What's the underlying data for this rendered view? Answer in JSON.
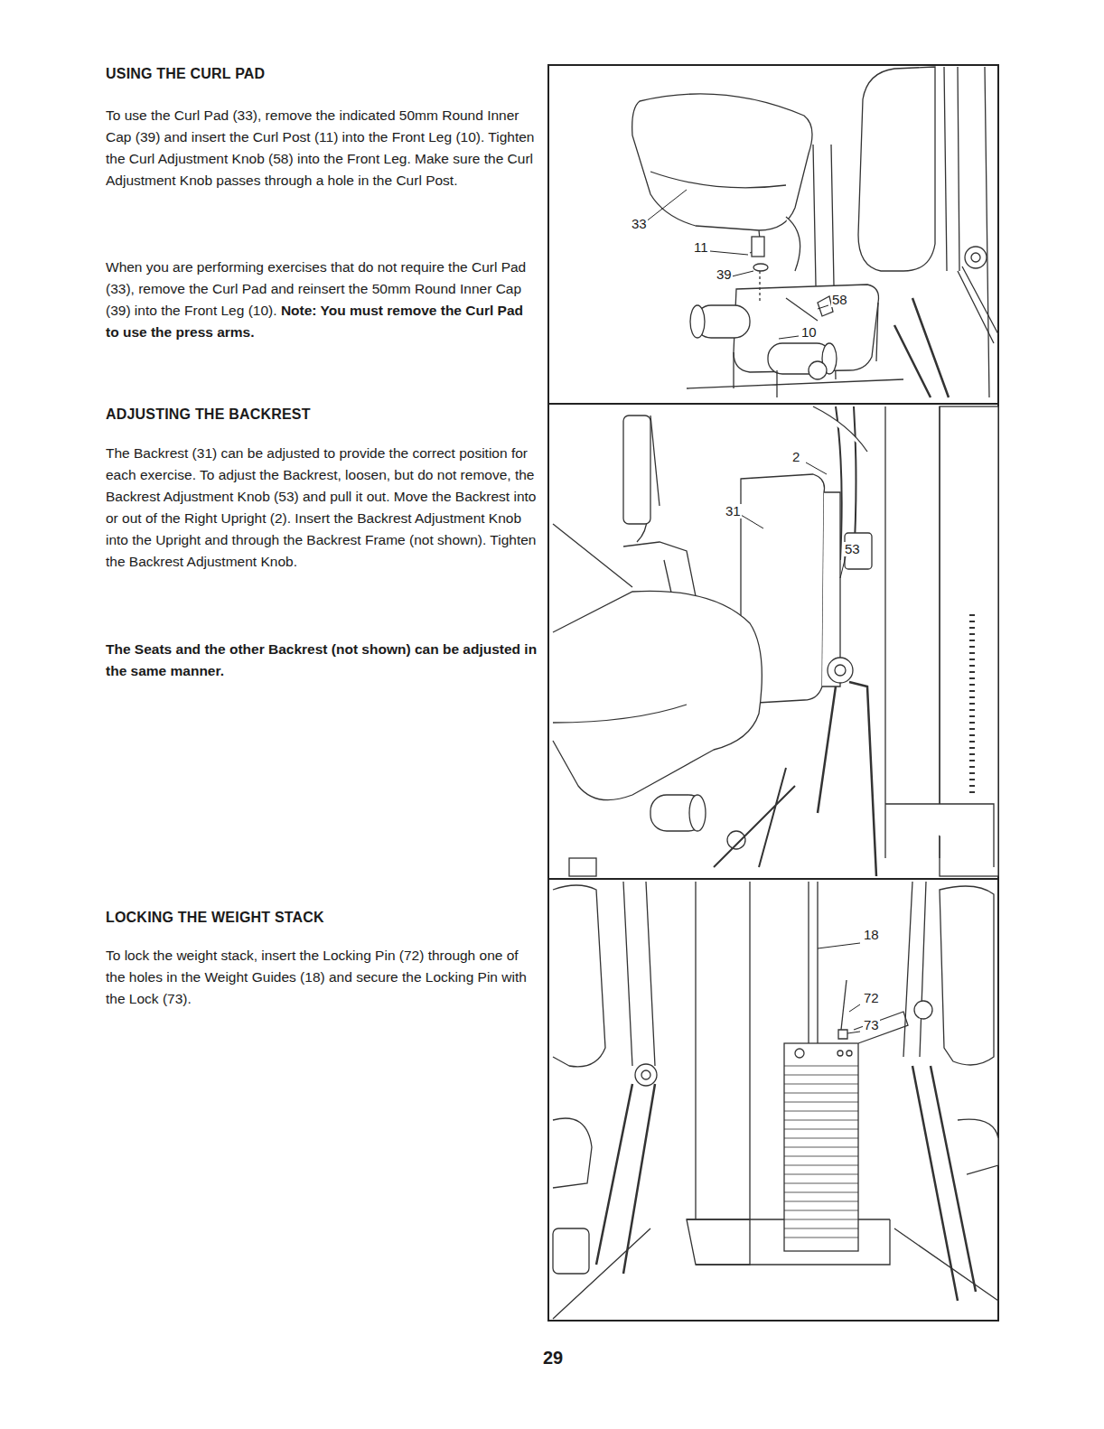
{
  "diagram": {
    "labels": [
      "USING THE CURL PAD",
      "To use the Curl Pad (33), remove the indicated 50mm Round Inner Cap (39) and insert the Curl Post (11) into the Front Leg (10). Tighten the Curl Adjustment Knob (58) into the Front Leg. Make sure the Curl Adjustment Knob passes through a hole in the Curl Post.",
      "When you are performing exercises that do not require the Curl Pad (33), remove the Curl Pad and reinsert the 50mm Round Inner Cap (39) into the Front Leg (10).",
      "Note: You must remove the Curl Pad to use the press arms.",
      "ADJUSTING THE BACKREST",
      "The Backrest (31) can be adjusted to provide the correct position for each exercise. To adjust the Backrest, loosen, but do not remove, the Backrest Adjustment Knob (53) and pull it out. Move the Backrest into or out of the Right Upright (2). Insert the Backrest Adjustment Knob into the Upright and through the Backrest Frame (not shown). Tighten the Backrest Adjustment Knob.",
      "The Seats and the other Backrest (not shown) can be adjusted in the same manner.",
      "LOCKING THE WEIGHT STACK",
      "To lock the weight stack, insert the Locking Pin (72) through one of the holes in the Weight Guides (18) and secure the Locking Pin with the Lock (73).",
      "33",
      "11",
      "39",
      "58",
      "10",
      "2",
      "31",
      "53",
      "18",
      "72",
      "73",
      "29"
    ]
  }
}
